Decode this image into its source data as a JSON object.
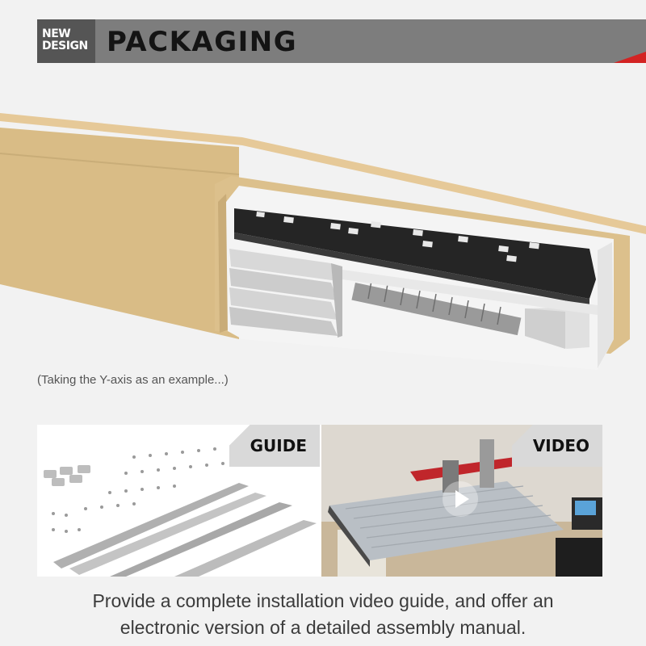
{
  "header": {
    "badge_line1": "NEW",
    "badge_line2": "DESIGN",
    "title": "PACKAGING",
    "accent_color": "#d32323"
  },
  "hero": {
    "caption": "(Taking the Y-axis as an example...)"
  },
  "panels": {
    "guide_label": "GUIDE",
    "video_label": "VIDEO"
  },
  "footer": {
    "line1": "Provide a complete installation video guide, and offer an",
    "line2": "electronic version of a detailed assembly manual."
  }
}
